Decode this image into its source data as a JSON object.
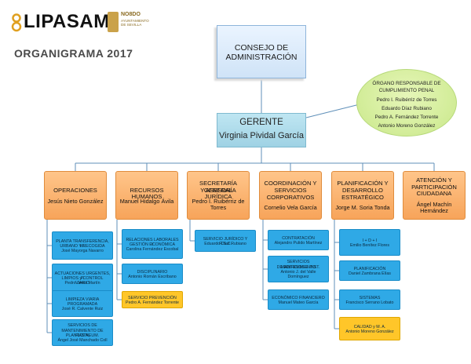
{
  "header": {
    "logo_text": "LIPASAM",
    "ayto_name": "NO8DO",
    "ayto_sub": "AYUNTAMIENTO DE SEVILLA",
    "title": "ORGANIGRAMA 2017"
  },
  "consejo": {
    "line1": "CONSEJO DE",
    "line2": "ADMINISTRACIÓN"
  },
  "gerente": {
    "title": "GERENTE",
    "name": "Virginia Pividal García"
  },
  "penal": {
    "line1": "ÓRGANO RESPONSABLE DE",
    "line2": "CUMPLIMIENTO PENAL",
    "members": [
      "Pedro I. Ruibérriz de Torres",
      "Eduardo Díaz Rubiano",
      "Pedro A. Fernández Torrente",
      "Antonio Moreno González"
    ]
  },
  "departments": [
    {
      "name": [
        "OPERACIONES"
      ],
      "person": [
        "Jesús Nieto González"
      ],
      "subs": [
        {
          "lines": [
            "PLANTA TRANSFERENCIA, M.",
            "URBANO Y RECOGIDA",
            "José Mayorga Navarro"
          ],
          "color": "blue"
        },
        {
          "lines": [
            "ACTUACIONES URGENTES, P.",
            "LIMPIOS y CONTROL VIARIO",
            "Pedro Jerez Martín"
          ],
          "color": "blue"
        },
        {
          "lines": [
            "LIMPIEZA VIARIA",
            "PROGRAMADA",
            "José R. Calvente Ruiz"
          ],
          "color": "blue"
        },
        {
          "lines": [
            "SERVICIOS DE",
            "MANTENIMIENTO DE FLOTA,",
            "PLANTAS NEUM.",
            "Ángel José Manchado Coll"
          ],
          "color": "blue"
        }
      ]
    },
    {
      "name": [
        "RECURSOS HUMANOS"
      ],
      "person": [
        "Manuel Hidalgo Ávila"
      ],
      "subs": [
        {
          "lines": [
            "RELACIONES LABORALES Y",
            "GESTIÓN ECONÓMICA",
            "Carolina Fernández Escobal"
          ],
          "color": "blue"
        },
        {
          "lines": [
            "DISCIPLINARIO",
            "Antonio Román Escribano"
          ],
          "color": "blue"
        },
        {
          "lines": [
            "SERVICIO PREVENCIÓN",
            "Pedro A. Fernández Torrente"
          ],
          "color": "yellow"
        }
      ]
    },
    {
      "name": [
        "SECRETARÍA GENERAL",
        "Y ASESORÍA JURÍDICA"
      ],
      "person": [
        "Pedro I. Ruibérriz de",
        "Torres"
      ],
      "subs": [
        {
          "lines": [
            "SERVICIO JURÍDICO Y R.S.C.",
            "Eduardo Díaz Rubiano"
          ],
          "color": "blue"
        }
      ]
    },
    {
      "name": [
        "COORDINACIÓN Y",
        "SERVICIOS",
        "CORPORATIVOS"
      ],
      "person": [
        "Cornelio Vela García"
      ],
      "subs": [
        {
          "lines": [
            "CONTRATACIÓN",
            "Alejandro Pulido Martínez"
          ],
          "color": "blue"
        },
        {
          "lines": [
            "SERVICIOS MANTENIMIENTO",
            "DE EDIFICIOS E INST.",
            "Antonio J. del Valle",
            "Domínguez"
          ],
          "color": "blue"
        },
        {
          "lines": [
            "ECONÓMICO FINANCIERO",
            "Manuel Mateo García"
          ],
          "color": "blue"
        }
      ]
    },
    {
      "name": [
        "PLANIFICACIÓN Y",
        "DESARROLLO",
        "ESTRATÉGICO"
      ],
      "person": [
        "Jorge M. Soria Tonda"
      ],
      "subs": [
        {
          "lines": [
            "I + D + I",
            "Emilio Benítez Flores"
          ],
          "color": "blue"
        },
        {
          "lines": [
            "PLANIFICACIÓN",
            "Daniel Zambrana Elías"
          ],
          "color": "blue"
        },
        {
          "lines": [
            "SISTEMAS",
            "Francisco Serrano Lobato"
          ],
          "color": "blue"
        },
        {
          "lines": [
            "CALIDAD y M. A.",
            "Antonio Moreno González"
          ],
          "color": "yellow"
        }
      ]
    },
    {
      "name": [
        "ATENCIÓN Y",
        "PARTICIPACIÓN",
        "CIUDADANA"
      ],
      "person": [
        "Ángel Machín",
        "Hernández"
      ],
      "subs": []
    }
  ]
}
